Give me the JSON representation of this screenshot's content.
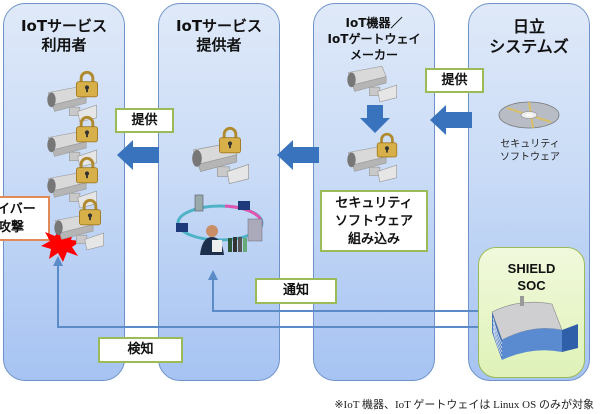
{
  "columns": [
    {
      "id": "users",
      "title_line1": "IoTサービス",
      "title_line2": "利用者"
    },
    {
      "id": "providers",
      "title_line1": "IoTサービス",
      "title_line2": "提供者"
    },
    {
      "id": "makers",
      "title_line1": "IoT機器／",
      "title_line2": "IoTゲートウェイ",
      "title_line3": "メーカー"
    },
    {
      "id": "hitachi",
      "title_line1": "日立",
      "title_line2": "システムズ"
    }
  ],
  "labels": {
    "provide_1": "提供",
    "provide_2": "提供",
    "detect": "検知",
    "notify": "通知",
    "cyber_attack_line1": "サイバー",
    "cyber_attack_line2": "攻撃",
    "embed_line1": "セキュリティ",
    "embed_line2": "ソフトウェア",
    "embed_line3": "組み込み",
    "software_line1": "セキュリティ",
    "software_line2": "ソフトウェア",
    "soc_line1": "SHIELD",
    "soc_line2": "SOC"
  },
  "footnote": "※IoT 機器、IoT ゲートウェイは Linux OS のみが対象",
  "colors": {
    "panel_border": "#6f93c9",
    "label_border": "#9bbb59",
    "arrow_blue": "#3a73bd",
    "attack_border": "#e08a5a",
    "attack_burst": "#ff0000",
    "soc_panel": "#e6f5c8"
  }
}
